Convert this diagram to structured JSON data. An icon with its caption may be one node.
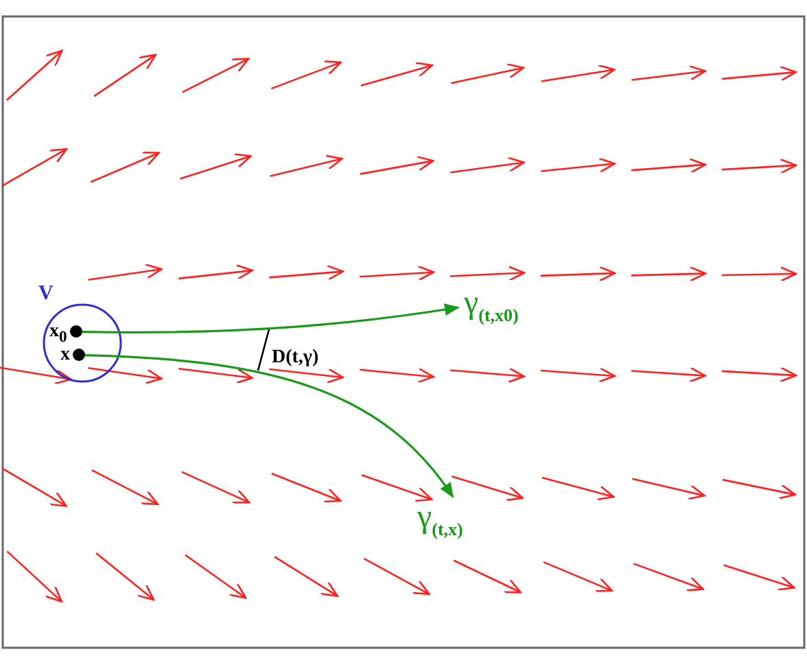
{
  "diagram": {
    "nodes": [
      {
        "text": [
          "V"
        ]
      },
      {
        "text": [
          "x$_{0}$"
        ],
        "in": 0
      },
      {
        "text": [
          "x"
        ],
        "in": 0
      },
      {
        "text": [
          "γ$_{(t,x0)}$"
        ]
      },
      {
        "text": [
          "γ$_{(t,x)}$"
        ]
      }
    ],
    "edges": [
      {
        "from": 1,
        "to": 3,
        "arrow": "to"
      },
      {
        "from": 2,
        "to": 4,
        "arrow": "to"
      }
    ],
    "labels": [
      "D(t,γ)"
    ]
  }
}
